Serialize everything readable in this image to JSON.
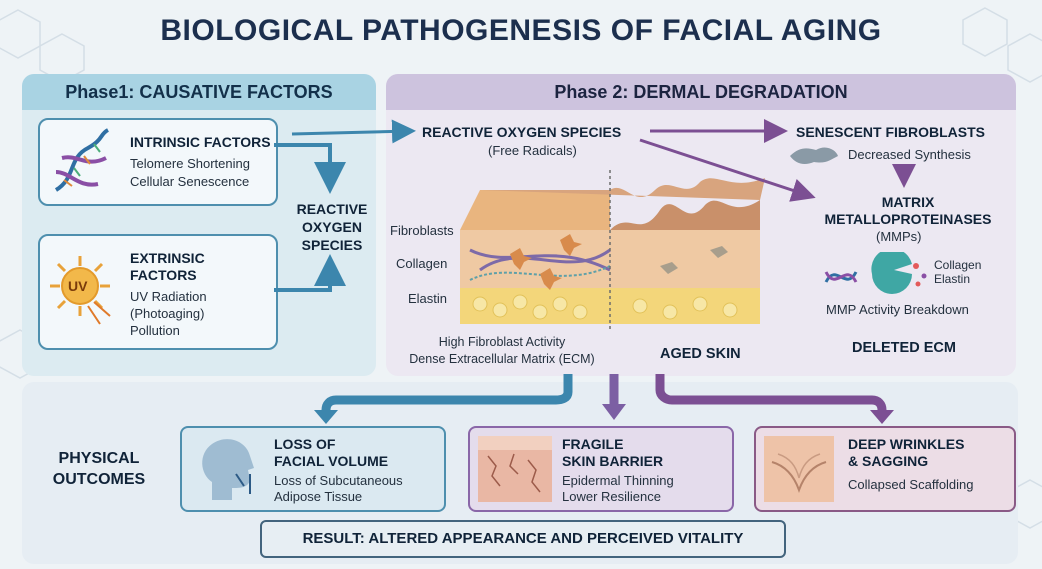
{
  "title": "BIOLOGICAL PATHOGENESIS OF FACIAL AGING",
  "phase1": {
    "header": "Phase1: CAUSATIVE FACTORS",
    "intrinsic": {
      "title": "INTRINSIC FACTORS",
      "lines": [
        "Telomere Shortening",
        "Cellular Senescence"
      ]
    },
    "extrinsic": {
      "title_lines": [
        "EXTRINSIC",
        "FACTORS"
      ],
      "lines": [
        "UV Radiation",
        "(Photoaging)",
        "Pollution"
      ],
      "uv_label": "UV"
    },
    "ros_lines": [
      "REACTIVE",
      "OXYGEN",
      "SPECIES"
    ]
  },
  "phase2": {
    "header": "Phase 2: DERMAL DEGRADATION",
    "ros": {
      "title": "REACTIVE OXYGEN SPECIES",
      "sub": "(Free Radicals)"
    },
    "senescent": {
      "title": "SENESCENT FIBROBLASTS",
      "sub": "Decreased Synthesis"
    },
    "mmp": {
      "title_lines": [
        "MATRIX",
        "METALLOPROTEINASES"
      ],
      "sub": "(MMPs)",
      "targets": [
        "Collagen",
        "Elastin"
      ],
      "activity": "MMP Activity Breakdown",
      "result": "DELETED ECM"
    },
    "skin_labels": {
      "fibroblasts": "Fibroblasts",
      "collagen": "Collagen",
      "elastin": "Elastin"
    },
    "healthy_caption": [
      "High Fibroblast Activity",
      "Dense Extracellular Matrix (ECM)"
    ],
    "aged_caption": "AGED SKIN"
  },
  "outcomes": {
    "label_lines": [
      "PHYSICAL",
      "OUTCOMES"
    ],
    "items": [
      {
        "title_lines": [
          "LOSS OF",
          "FACIAL VOLUME"
        ],
        "lines": [
          "Loss of Subcutaneous",
          "Adipose Tissue"
        ]
      },
      {
        "title_lines": [
          "FRAGILE",
          "SKIN BARRIER"
        ],
        "lines": [
          "Epidermal Thinning",
          "Lower Resilience"
        ]
      },
      {
        "title_lines": [
          "DEEP WRINKLES",
          "& SAGGING"
        ],
        "lines": [
          "Collapsed Scaffolding"
        ]
      }
    ],
    "result": "RESULT: ALTERED APPEARANCE AND PERCEIVED VITALITY"
  },
  "colors": {
    "blue": "#3c86ad",
    "purple": "#7c4f93",
    "phase1": "#a9d3e3",
    "phase2": "#cdc3de"
  }
}
